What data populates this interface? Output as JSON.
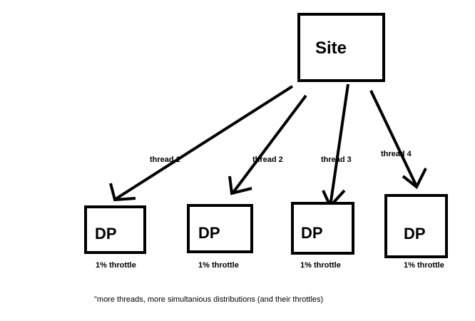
{
  "site": {
    "label": "Site"
  },
  "nodes": [
    {
      "label": "DP",
      "throttle": "1% throttle",
      "thread": "thread 1"
    },
    {
      "label": "DP",
      "throttle": "1% throttle",
      "thread": "thread 2"
    },
    {
      "label": "DP",
      "throttle": "1% throttle",
      "thread": "thread 3"
    },
    {
      "label": "DP",
      "throttle": "1% throttle",
      "thread": "thread 4"
    }
  ],
  "note": "\"more threads, more simultanious distributions (and their throttles)",
  "colors": {
    "stroke": "#000000",
    "background": "#ffffff"
  }
}
